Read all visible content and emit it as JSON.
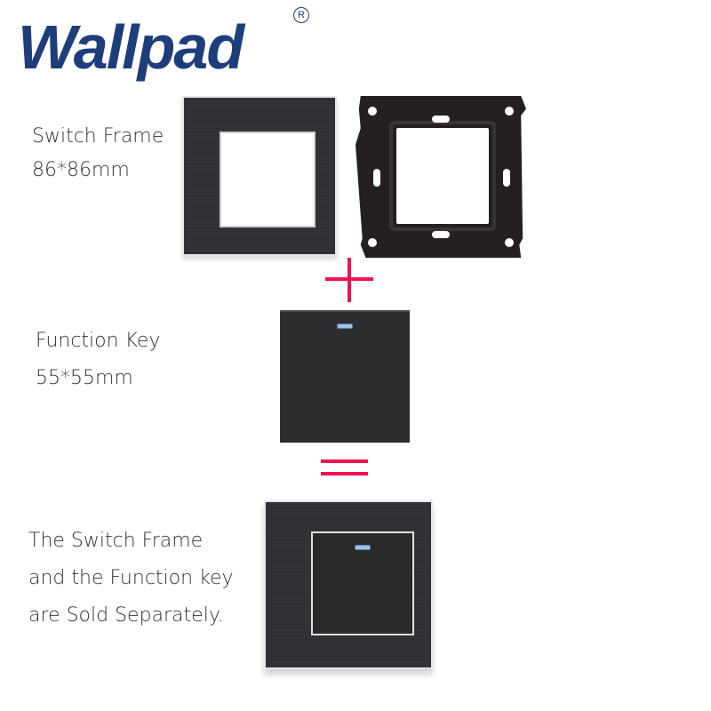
{
  "brand": {
    "logo_text": "Wallpad",
    "registered_mark": "R",
    "logo_color": "#1e3d7b"
  },
  "sections": {
    "switch_frame": {
      "title": "Switch Frame",
      "size": "86*86mm"
    },
    "function_key": {
      "title": "Function Key",
      "size": "55*55mm"
    },
    "note": {
      "line1": "The Switch Frame",
      "line2": "and the Function key",
      "line3": "are Sold Separately."
    }
  },
  "operators": {
    "plus": "+",
    "equals": "=",
    "color": "#f0124e"
  },
  "images": {
    "frame_panel": "brushed-aluminum-black-frame",
    "mounting_bracket": "black-metal-mounting-bracket",
    "function_key": "black-key-with-blue-led",
    "assembled_switch": "assembled-switch"
  }
}
